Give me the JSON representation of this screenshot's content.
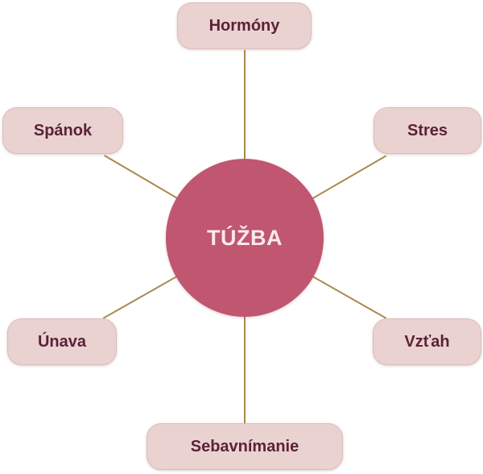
{
  "diagram": {
    "center": {
      "label": "TÚŽBA"
    },
    "nodes": [
      {
        "label": "Hormóny"
      },
      {
        "label": "Spánok"
      },
      {
        "label": "Stres"
      },
      {
        "label": "Únava"
      },
      {
        "label": "Vzťah"
      },
      {
        "label": "Sebavnímanie"
      }
    ]
  },
  "colors": {
    "hub_fill": "#c0566f",
    "hub_text": "#fbe9ee",
    "node_fill": "#ead2d0",
    "node_border": "#dcbcbc",
    "node_text": "#5a2238",
    "connector": "#a88a4d"
  }
}
